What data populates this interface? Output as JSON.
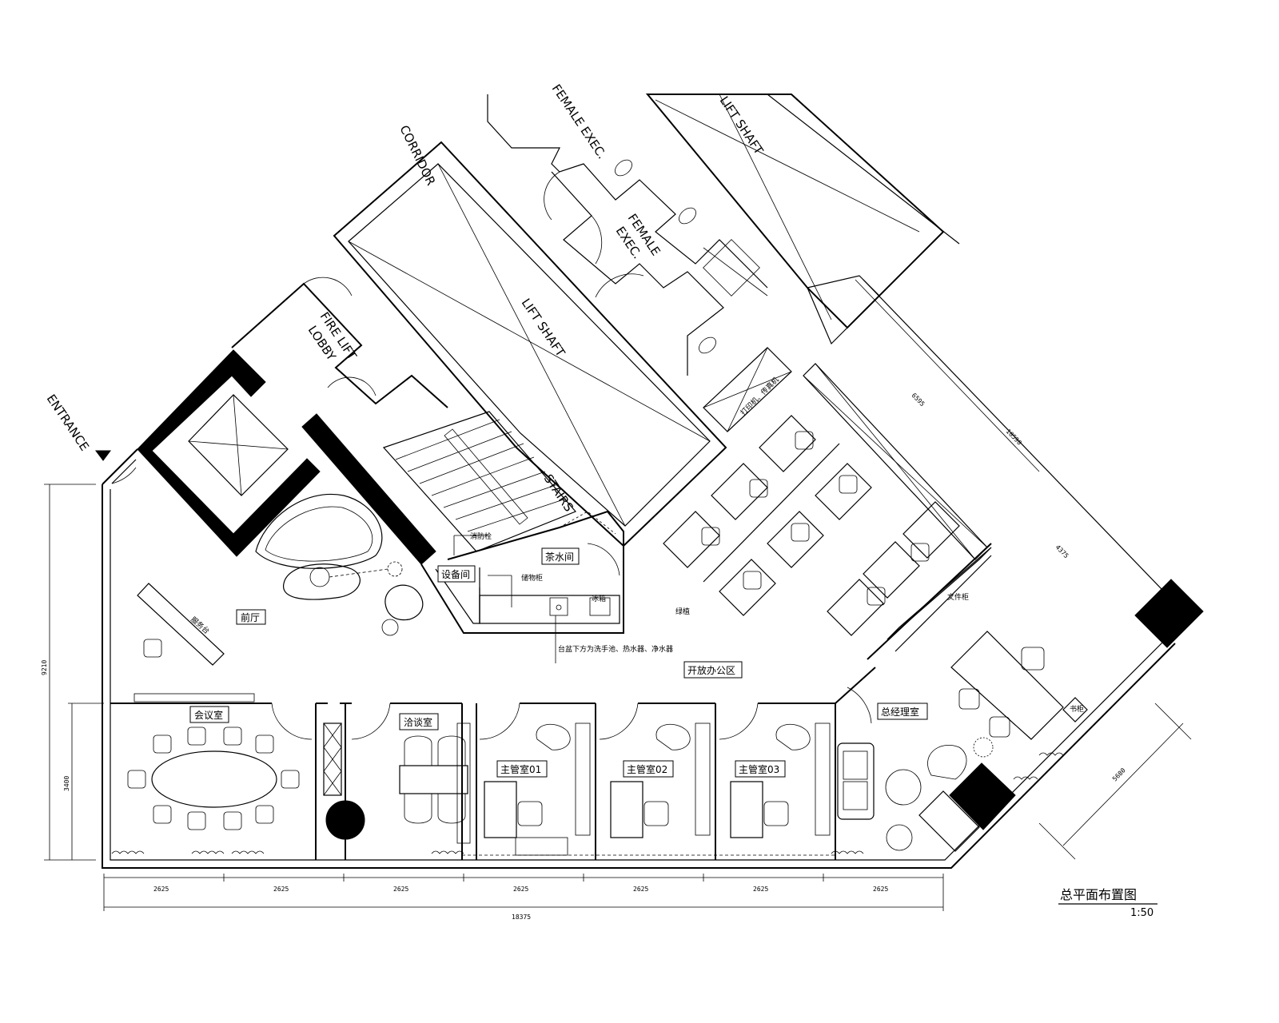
{
  "title": "总平面布置图",
  "scale": "1:50",
  "labels": {
    "corridor": "CORRIDOR",
    "female_exec_top": "FEMALE EXEC.",
    "female_exec_1": "FEMALE",
    "female_exec_2": "EXEC.",
    "lift_shaft_right": "LIFT SHAFT",
    "lift_shaft_center": "LIFT SHAFT",
    "fire_lift_1": "FIRE LIFT",
    "fire_lift_2": "LOBBY",
    "stairs": "STAIRS",
    "entrance": "ENTRANCE"
  },
  "rooms": {
    "reception_desk": "服务台",
    "lobby": "前厅",
    "equipment": "设备间",
    "pantry": "茶水间",
    "open_office": "开放办公区",
    "meeting": "会议室",
    "negotiation": "洽谈室",
    "manager1": "主管室01",
    "manager2": "主管室02",
    "manager3": "主管室03",
    "gm_office": "总经理室"
  },
  "annotations": {
    "a1": "消防栓",
    "a2": "储物柜",
    "a3": "冰箱",
    "a4": "文件柜",
    "a5": "打印机、传真机",
    "a6": "书柜",
    "a7": "台盆下方为洗手池、热水器、净水器",
    "a8": "绿植"
  },
  "dimensions": {
    "bottom_segments": [
      "2625",
      "2625",
      "2625",
      "2625",
      "2625",
      "2625",
      "2625"
    ],
    "bottom_total": "18375",
    "left_total": "9210",
    "left_lower": "3400",
    "right_upper": "10590",
    "right_a": "6595",
    "right_b": "4375",
    "right_lower": "5680"
  }
}
